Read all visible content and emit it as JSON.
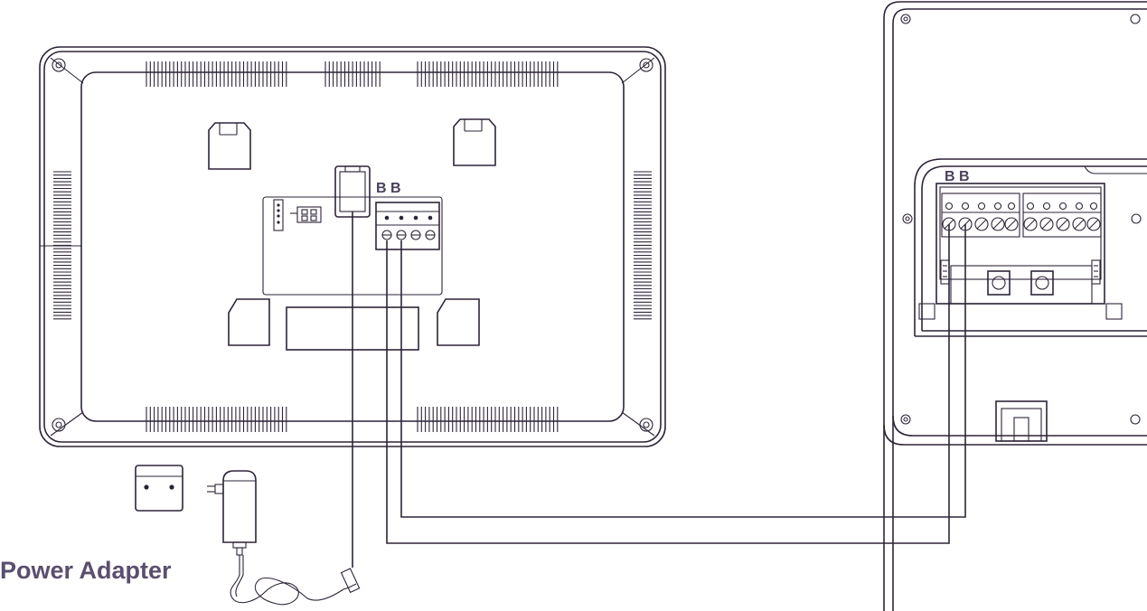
{
  "monitor": {
    "terminal_label": "B B"
  },
  "door_station": {
    "terminal_label": "B B"
  },
  "power_adapter": {
    "label": "Power Adapter"
  },
  "colors": {
    "line": "#2e2438",
    "label": "#4a3f5c"
  }
}
